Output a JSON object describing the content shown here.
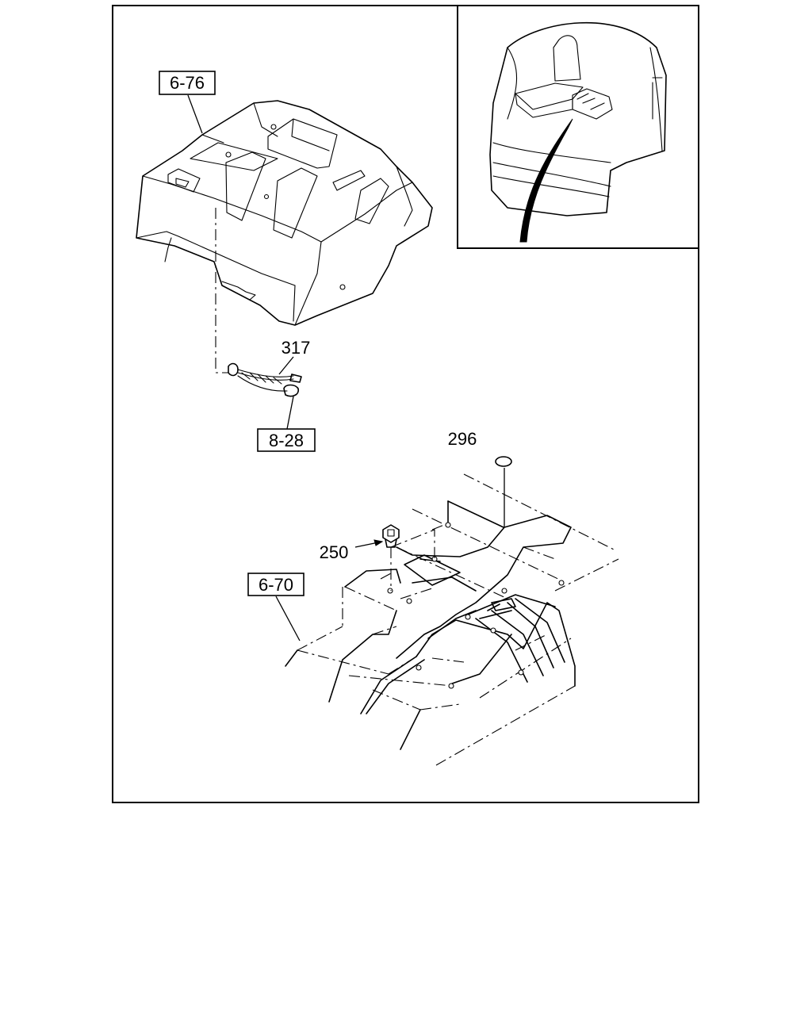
{
  "callouts": {
    "ref_6_76": "6-76",
    "part_317": "317",
    "ref_8_28": "8-28",
    "part_296": "296",
    "part_250": "250",
    "ref_6_70": "6-70"
  }
}
